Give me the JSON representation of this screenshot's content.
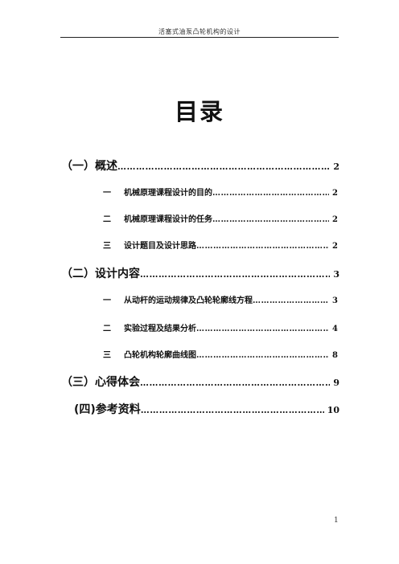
{
  "header": {
    "text": "活塞式油泵凸轮机构的设计"
  },
  "title": "目录",
  "toc": [
    {
      "num": "（一）",
      "label": "概述",
      "dots": "……………………………………………………………………………",
      "page": "2"
    },
    {
      "num": "一",
      "label": "机械原理课程设计的目的",
      "dots": "………………………………………………",
      "page": "2"
    },
    {
      "num": "二",
      "label": "机械原理课程设计的任务",
      "dots": "………………………………………………",
      "page": "2"
    },
    {
      "num": "三",
      "label": "设计题目及设计思路",
      "dots": "…………………………………………………………",
      "page": "2"
    },
    {
      "num": "（二）",
      "label": "设计内容",
      "dots": "……………………………………………………………………………",
      "page": "3"
    },
    {
      "num": "一",
      "label": "从动杆的运动规律及凸轮轮廓线方程",
      "dots": "………………………………",
      "page": "3"
    },
    {
      "num": "二",
      "label": "实验过程及结果分析",
      "dots": "…………………………………………………………",
      "page": "4"
    },
    {
      "num": "三",
      "label": "凸轮机构轮廓曲线图",
      "dots": "…………………………………………………………",
      "page": "8"
    },
    {
      "num": "（三）",
      "label": "心得体会",
      "dots": "……………………………………………………………………………",
      "page": "9"
    },
    {
      "num": "(四)",
      "label": "参考资料",
      "dots": "……………………………………………………………………………",
      "page": "10"
    }
  ],
  "page_number": "1"
}
